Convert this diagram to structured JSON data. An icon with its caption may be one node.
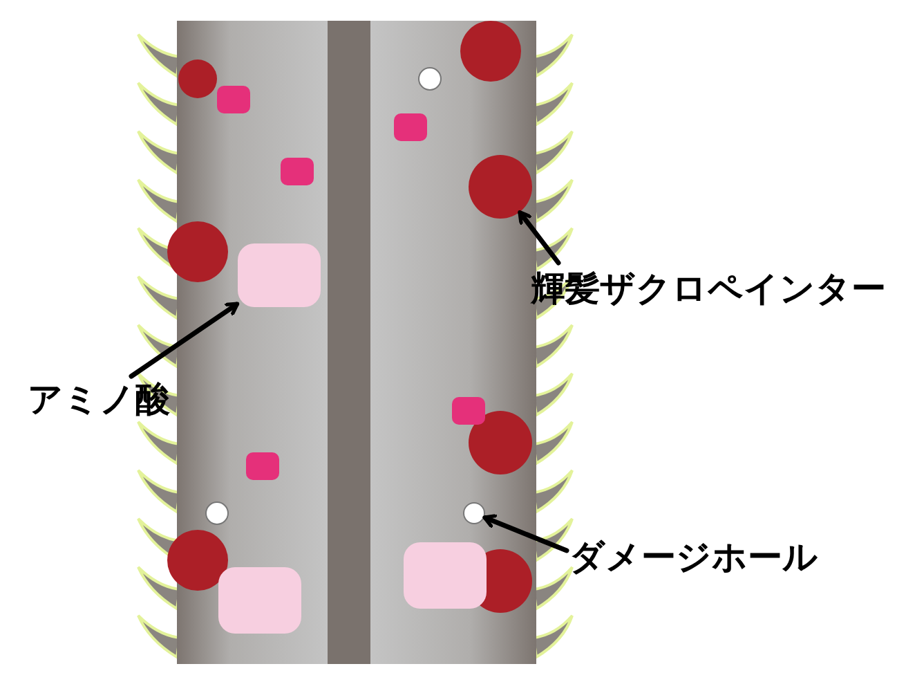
{
  "diagram": {
    "nodes": [
      {
        "text": [
          "アミノ酸"
        ]
      },
      {
        "text": [],
        "shape": "box"
      },
      {
        "text": [
          "輝髪ザクロペインター"
        ]
      },
      {
        "text": [],
        "shape": "circle"
      },
      {
        "text": [
          "ダメージホール"
        ]
      },
      {
        "text": [],
        "shape": "circle"
      }
    ],
    "edges": [
      {
        "from": 0,
        "to": 1,
        "arrow": "to"
      },
      {
        "from": 2,
        "to": 3,
        "arrow": "to"
      },
      {
        "from": 4,
        "to": 5,
        "arrow": "to"
      }
    ]
  }
}
